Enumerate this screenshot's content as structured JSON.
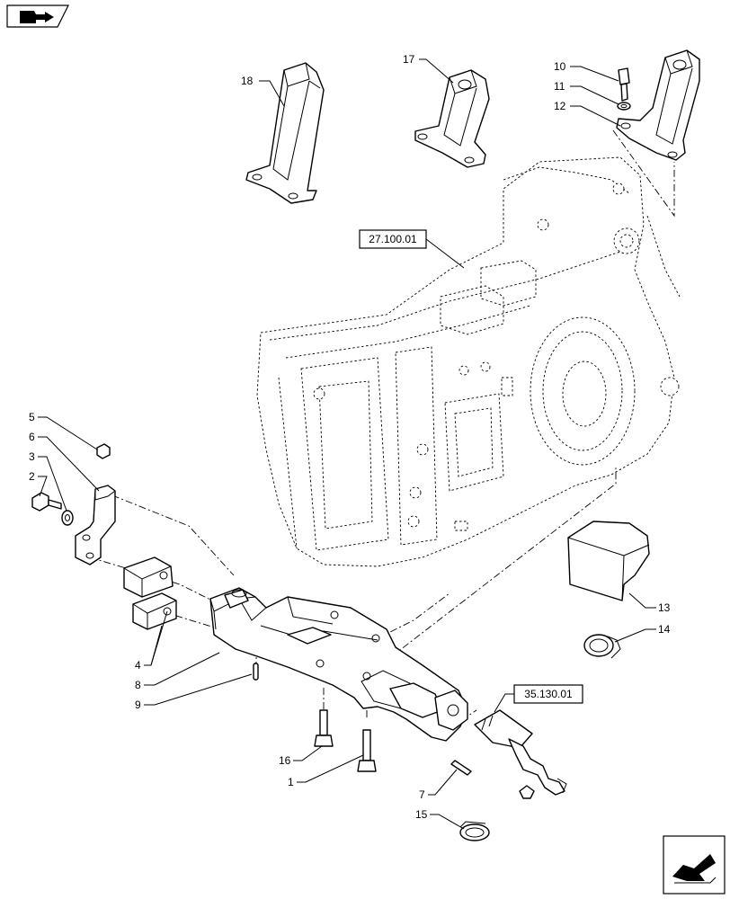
{
  "nav": {
    "top_icon": "book-arrow-icon",
    "bottom_icon": "next-page-arrow-icon"
  },
  "diagram": {
    "references": [
      {
        "id": "ref-27",
        "text": "27.100.01"
      },
      {
        "id": "ref-35",
        "text": "35.130.01"
      }
    ],
    "callouts": [
      {
        "id": "c1",
        "text": "1"
      },
      {
        "id": "c2",
        "text": "2"
      },
      {
        "id": "c3",
        "text": "3"
      },
      {
        "id": "c4",
        "text": "4"
      },
      {
        "id": "c5",
        "text": "5"
      },
      {
        "id": "c6",
        "text": "6"
      },
      {
        "id": "c7",
        "text": "7"
      },
      {
        "id": "c8",
        "text": "8"
      },
      {
        "id": "c9",
        "text": "9"
      },
      {
        "id": "c10",
        "text": "10"
      },
      {
        "id": "c11",
        "text": "11"
      },
      {
        "id": "c12",
        "text": "12"
      },
      {
        "id": "c13",
        "text": "13"
      },
      {
        "id": "c14",
        "text": "14"
      },
      {
        "id": "c15",
        "text": "15"
      },
      {
        "id": "c16",
        "text": "16"
      },
      {
        "id": "c17",
        "text": "17"
      },
      {
        "id": "c18",
        "text": "18"
      }
    ]
  }
}
